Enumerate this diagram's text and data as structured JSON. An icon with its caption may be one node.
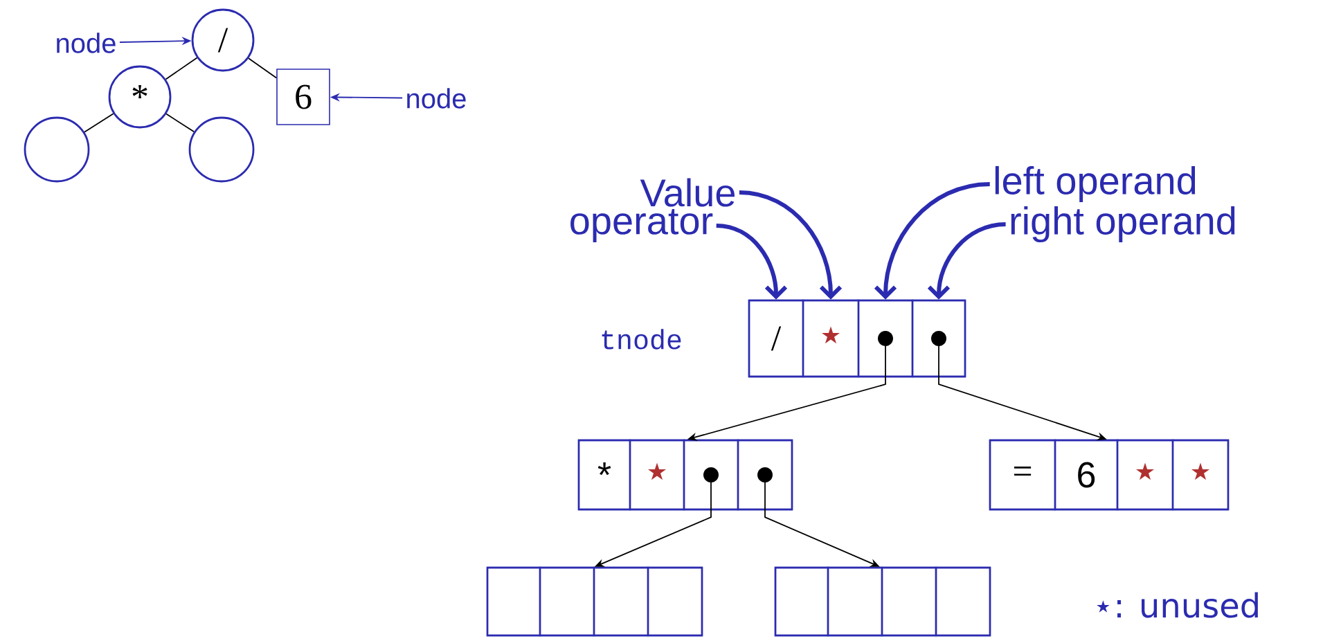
{
  "diagram": {
    "nodes": [
      {
        "text": [
          "/"
        ]
      },
      {
        "text": [
          "*"
        ]
      },
      {
        "text": [],
        "shape": "circle"
      },
      {
        "text": [],
        "shape": "circle"
      },
      {
        "text": [
          "6"
        ]
      },
      {
        "text": [
          "node"
        ]
      },
      {
        "text": [
          "node"
        ]
      },
      {
        "text": [
          "Value"
        ]
      },
      {
        "text": [
          "operator"
        ]
      },
      {
        "text": [
          "left operand"
        ]
      },
      {
        "text": [
          "right operand"
        ]
      },
      {
        "text": [],
        "shape": "box",
        "beside": [
          "tnode"
        ]
      },
      {
        "text": [
          "/"
        ],
        "in": 11
      },
      {
        "text": [
          "⋆"
        ],
        "in": 11
      },
      {
        "text": [],
        "shape": "box",
        "in": 11
      },
      {
        "text": [],
        "shape": "box",
        "in": 11
      },
      {
        "text": [],
        "shape": "box"
      },
      {
        "text": [
          "*"
        ],
        "in": 16
      },
      {
        "text": [
          "⋆"
        ],
        "in": 16
      },
      {
        "text": [],
        "shape": "box",
        "in": 16
      },
      {
        "text": [],
        "shape": "box",
        "in": 16
      },
      {
        "text": [],
        "shape": "box"
      },
      {
        "text": [
          "="
        ],
        "in": 21
      },
      {
        "text": [
          "6"
        ],
        "in": 21
      },
      {
        "text": [
          "⋆"
        ],
        "in": 21
      },
      {
        "text": [
          "⋆"
        ],
        "in": 21
      },
      {
        "text": [],
        "shape": "box"
      },
      {
        "text": [],
        "shape": "box",
        "in": 26
      },
      {
        "text": [],
        "shape": "box",
        "in": 26
      },
      {
        "text": [],
        "shape": "box",
        "in": 26
      },
      {
        "text": [],
        "shape": "box",
        "in": 26
      },
      {
        "text": [],
        "shape": "box"
      },
      {
        "text": [],
        "shape": "box",
        "in": 31
      },
      {
        "text": [],
        "shape": "box",
        "in": 31
      },
      {
        "text": [],
        "shape": "box",
        "in": 31
      },
      {
        "text": [],
        "shape": "box",
        "in": 31
      }
    ],
    "edges": [
      {
        "from": 0,
        "to": 1,
        "arrow": "none"
      },
      {
        "from": 0,
        "to": 4,
        "arrow": "none"
      },
      {
        "from": 1,
        "to": 2,
        "arrow": "none"
      },
      {
        "from": 1,
        "to": 3,
        "arrow": "none"
      },
      {
        "from": 5,
        "to": 0,
        "arrow": "to",
        "color": "#2b2bb0"
      },
      {
        "from": 6,
        "to": 4,
        "arrow": "to",
        "color": "#2b2bb0"
      },
      {
        "from": 8,
        "to": 12,
        "arrow": "to",
        "style": "thick",
        "color": "#2b2bb0"
      },
      {
        "from": 7,
        "to": 13,
        "arrow": "to",
        "style": "thick",
        "color": "#2b2bb0"
      },
      {
        "from": 9,
        "to": 14,
        "arrow": "to",
        "style": "thick",
        "color": "#2b2bb0"
      },
      {
        "from": 10,
        "to": 15,
        "arrow": "to",
        "style": "thick",
        "color": "#2b2bb0"
      },
      {
        "from": 14,
        "to": 16,
        "arrow": "to"
      },
      {
        "from": 15,
        "to": 21,
        "arrow": "to"
      },
      {
        "from": 19,
        "to": 26,
        "arrow": "to"
      },
      {
        "from": 20,
        "to": 31,
        "arrow": "to"
      }
    ],
    "legend": [
      {
        "text": "⋆: unused"
      }
    ]
  }
}
